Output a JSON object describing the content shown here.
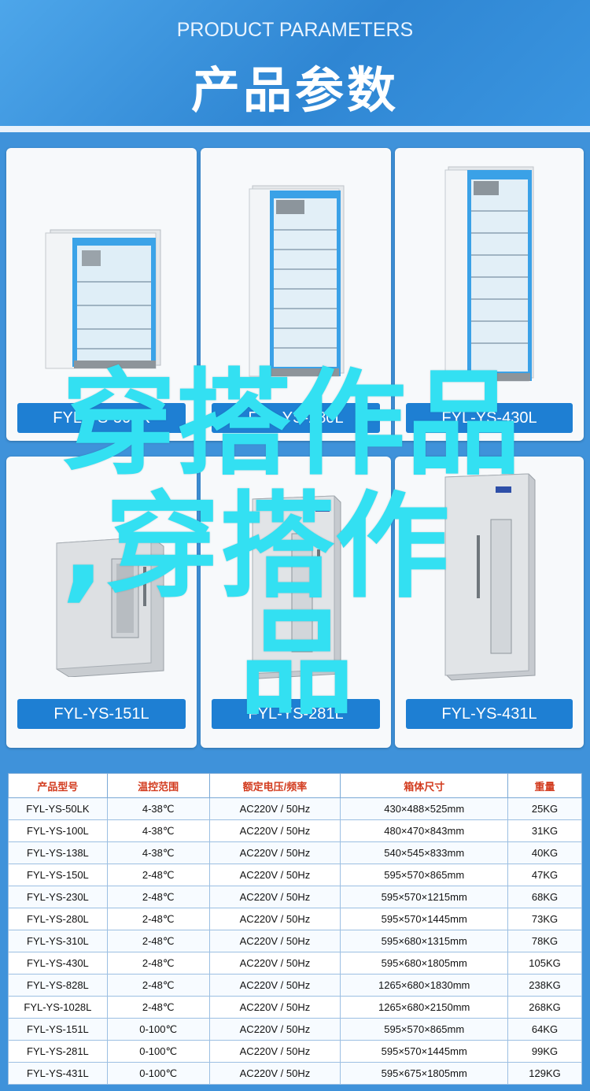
{
  "header": {
    "subtitle": "PRODUCT PARAMETERS",
    "title": "产品参数"
  },
  "products": [
    {
      "model": "FYL-YS-50LK"
    },
    {
      "model": "FYL-YS-280L"
    },
    {
      "model": "FYL-YS-430L"
    },
    {
      "model": "FYL-YS-151L"
    },
    {
      "model": "FYL-YS-281L"
    },
    {
      "model": "FYL-YS-431L"
    }
  ],
  "overlay": {
    "line1": "穿搭作品",
    "line2": ",穿搭作",
    "line3": "品"
  },
  "colors": {
    "header_blue": "#2f86d3",
    "label_blue": "#1e7fd3",
    "overlay_cyan": "#33e0f2",
    "header_red": "#d23b1e"
  },
  "table": {
    "headers": [
      "产品型号",
      "温控范围",
      "额定电压/频率",
      "箱体尺寸",
      "重量"
    ],
    "rows": [
      [
        "FYL-YS-50LK",
        "4-38℃",
        "AC220V / 50Hz",
        "430×488×525mm",
        "25KG"
      ],
      [
        "FYL-YS-100L",
        "4-38℃",
        "AC220V / 50Hz",
        "480×470×843mm",
        "31KG"
      ],
      [
        "FYL-YS-138L",
        "4-38℃",
        "AC220V / 50Hz",
        "540×545×833mm",
        "40KG"
      ],
      [
        "FYL-YS-150L",
        "2-48℃",
        "AC220V / 50Hz",
        "595×570×865mm",
        "47KG"
      ],
      [
        "FYL-YS-230L",
        "2-48℃",
        "AC220V / 50Hz",
        "595×570×1215mm",
        "68KG"
      ],
      [
        "FYL-YS-280L",
        "2-48℃",
        "AC220V / 50Hz",
        "595×570×1445mm",
        "73KG"
      ],
      [
        "FYL-YS-310L",
        "2-48℃",
        "AC220V / 50Hz",
        "595×680×1315mm",
        "78KG"
      ],
      [
        "FYL-YS-430L",
        "2-48℃",
        "AC220V / 50Hz",
        "595×680×1805mm",
        "105KG"
      ],
      [
        "FYL-YS-828L",
        "2-48℃",
        "AC220V / 50Hz",
        "1265×680×1830mm",
        "238KG"
      ],
      [
        "FYL-YS-1028L",
        "2-48℃",
        "AC220V / 50Hz",
        "1265×680×2150mm",
        "268KG"
      ],
      [
        "FYL-YS-151L",
        "0-100℃",
        "AC220V / 50Hz",
        "595×570×865mm",
        "64KG"
      ],
      [
        "FYL-YS-281L",
        "0-100℃",
        "AC220V / 50Hz",
        "595×570×1445mm",
        "99KG"
      ],
      [
        "FYL-YS-431L",
        "0-100℃",
        "AC220V / 50Hz",
        "595×675×1805mm",
        "129KG"
      ]
    ]
  }
}
